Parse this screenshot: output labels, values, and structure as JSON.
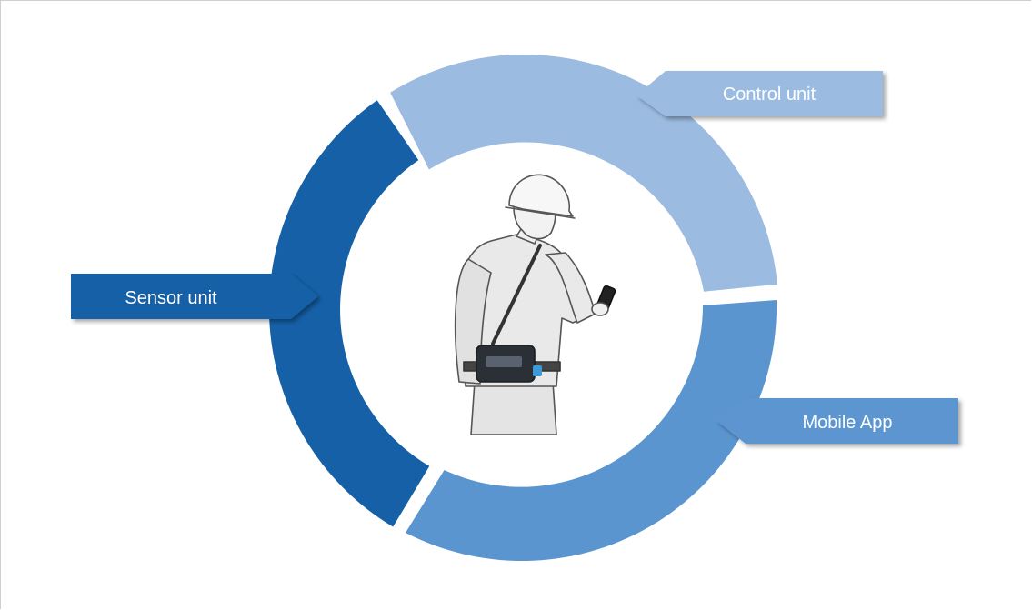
{
  "diagram": {
    "labels": {
      "control_unit": "Control unit",
      "sensor_unit": "Sensor unit",
      "mobile_app": "Mobile App"
    },
    "center_illustration": "worker-with-wearable-device",
    "colors": {
      "sensor_unit": "#1560A7",
      "control_unit": "#9BBBE0",
      "mobile_app": "#5B95CF",
      "label_text": "#ffffff"
    }
  }
}
